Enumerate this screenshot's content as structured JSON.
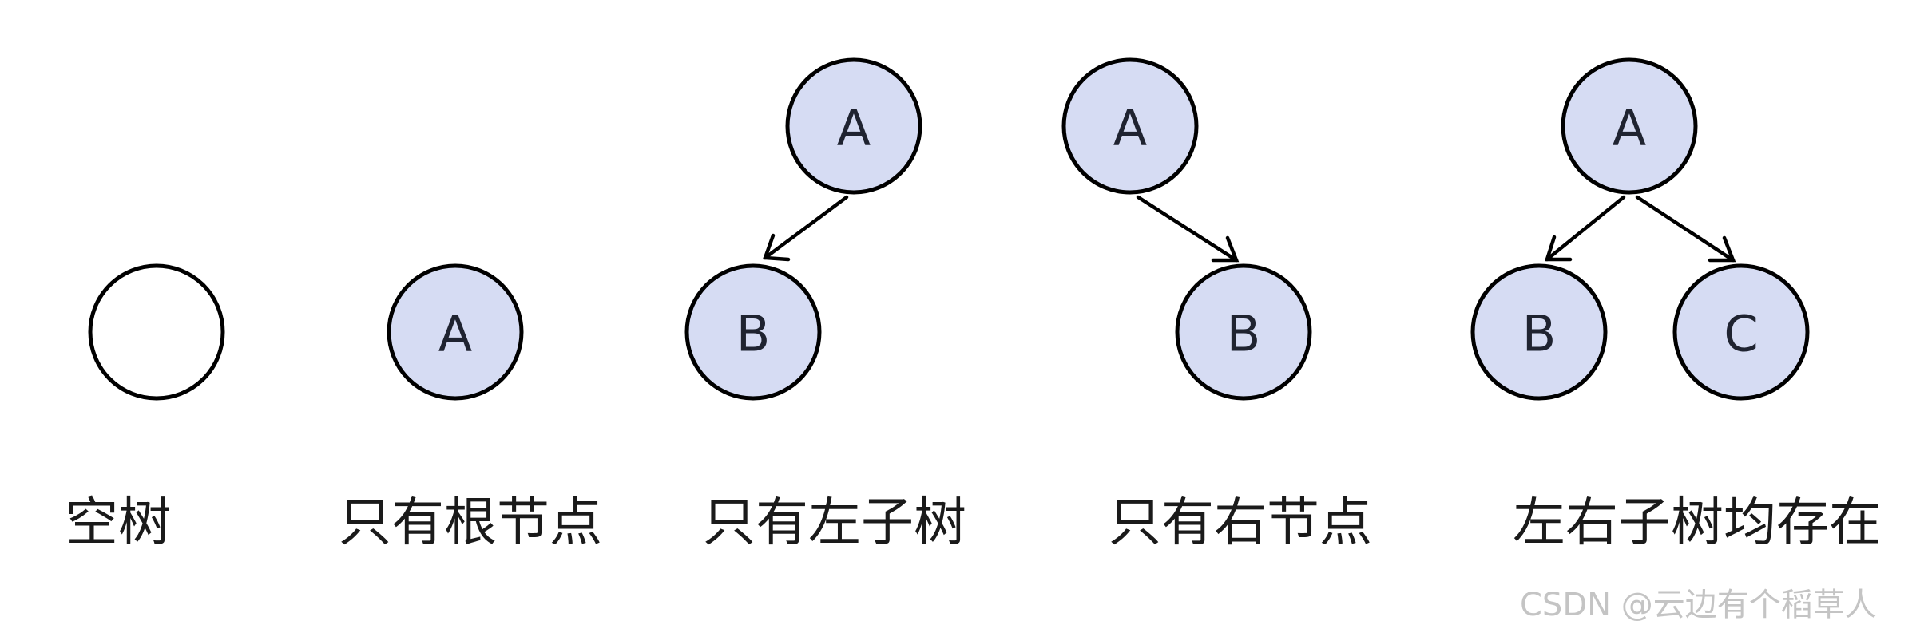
{
  "colors": {
    "node_fill": "#d6dcf3",
    "empty_node_fill": "#ffffff",
    "stroke": "#000000",
    "label_text": "#1f2330",
    "caption_text": "#1a1a1a",
    "watermark_text": "#c4c4c4"
  },
  "trees": [
    {
      "caption": "空树",
      "nodes": [
        {
          "id": "empty",
          "label": "",
          "filled": false
        }
      ],
      "edges": []
    },
    {
      "caption": "只有根节点",
      "nodes": [
        {
          "id": "A",
          "label": "A",
          "filled": true
        }
      ],
      "edges": []
    },
    {
      "caption": "只有左子树",
      "nodes": [
        {
          "id": "A",
          "label": "A",
          "filled": true
        },
        {
          "id": "B",
          "label": "B",
          "filled": true
        }
      ],
      "edges": [
        {
          "from": "A",
          "to": "B",
          "side": "left"
        }
      ]
    },
    {
      "caption": "只有右节点",
      "nodes": [
        {
          "id": "A",
          "label": "A",
          "filled": true
        },
        {
          "id": "B",
          "label": "B",
          "filled": true
        }
      ],
      "edges": [
        {
          "from": "A",
          "to": "B",
          "side": "right"
        }
      ]
    },
    {
      "caption": "左右子树均存在",
      "nodes": [
        {
          "id": "A",
          "label": "A",
          "filled": true
        },
        {
          "id": "B",
          "label": "B",
          "filled": true
        },
        {
          "id": "C",
          "label": "C",
          "filled": true
        }
      ],
      "edges": [
        {
          "from": "A",
          "to": "B",
          "side": "left"
        },
        {
          "from": "A",
          "to": "C",
          "side": "right"
        }
      ]
    }
  ],
  "watermark": "CSDN @云边有个稻草人"
}
